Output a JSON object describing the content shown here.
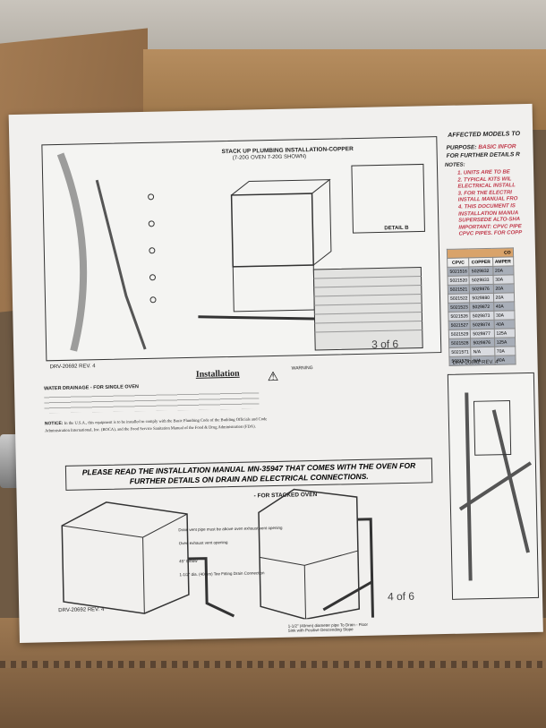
{
  "page3": {
    "title": "STACK UP PLUMBING INSTALLATION-COPPER",
    "subtitle": "(7-20G OVEN 7-20G SHOWN)",
    "detail": "DETAIL B",
    "page_number": "3 of 6",
    "doc_rev": "DRV-20692 REV. 4"
  },
  "page4": {
    "heading": "Installation",
    "section": "WATER DRAINAGE - FOR SINGLE OVEN",
    "warning_label": "WARNING",
    "notice_label": "NOTICE:",
    "notice_text": "In the U.S.A., this equipment is to be installed to comply with the Basic Plumbing Code of the Building Officials and Code Administration International, Inc. (BOCA), and the Food Service Sanitation Manual of the Food & Drug Administration (FDA).",
    "callout": "PLEASE READ THE INSTALLATION MANUAL MN-35947 THAT COMES WITH THE OVEN FOR FURTHER DETAILS ON DRAIN AND ELECTRICAL CONNECTIONS.",
    "stacked_label": "- FOR STACKED OVEN",
    "labels": [
      "Drain vent pipe must be above oven exhaust vent opening",
      "Oven exhaust vent opening",
      "45° Elbow",
      "1-1/2\" dia. (40mm) Tee Fitting Drain Connection",
      "1-1/2\" (40mm) diameter pipe To Drain - Floor Sink with Positive Descending Slope"
    ],
    "page_number": "4 of 6",
    "doc_rev": "DRV-20692 REV. 4"
  },
  "right_page": {
    "title": "AFFECTED MODELS TO",
    "purpose_label": "PURPOSE:",
    "purpose": "BASIC INFOR",
    "further": "FOR FURTHER DETAILS R",
    "notes_label": "NOTES:",
    "notes": [
      "1. UNITS ARE TO BE",
      "2. TYPICAL KITS WIL",
      "ELECTRICAL INSTALL",
      "3. FOR THE ELECTRI",
      "INSTALL MANUAL FRO",
      "4. THIS DOCUMENT IS",
      "INSTALLATION MANUA",
      "SUPERSEDE ALTO-SHA",
      "IMPORTANT: CPVC PIPE",
      "CPVC PIPES. FOR COPP"
    ],
    "table_group": "CO",
    "table_headers": [
      "CPVC",
      "COPPER",
      "AMPER"
    ],
    "table_rows": [
      [
        "5021516",
        "5029832",
        "20A"
      ],
      [
        "5021520",
        "5029833",
        "30A"
      ],
      [
        "5021521",
        "5029876",
        "20A"
      ],
      [
        "5021522",
        "5029880",
        "20A"
      ],
      [
        "5021523",
        "5029872",
        "40A"
      ],
      [
        "5021526",
        "5029873",
        "30A"
      ],
      [
        "5021527",
        "5029874",
        "40A"
      ],
      [
        "5021529",
        "5029877",
        "125A"
      ],
      [
        "5021528",
        "5029876",
        "125A"
      ],
      [
        "5021571",
        "N/A",
        "70A"
      ],
      [
        "5021573",
        "N/A",
        "40A"
      ]
    ],
    "doc_rev": "DRV-20692 REV. 4"
  }
}
